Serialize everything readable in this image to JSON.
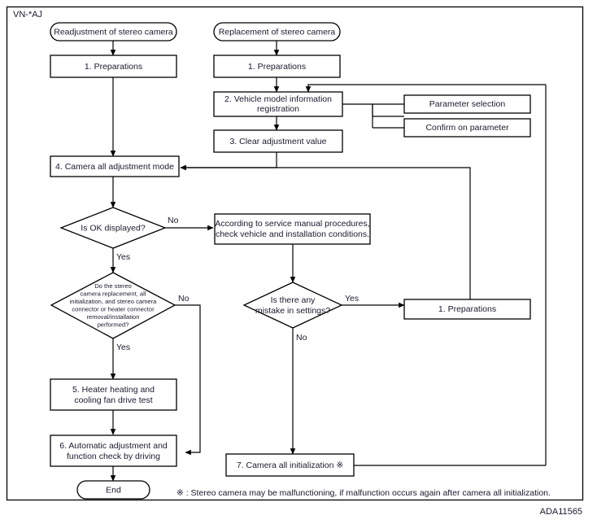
{
  "page": {
    "corner_label": "VN-*AJ",
    "document_id": "ADA11565",
    "footnote": "※ : Stereo camera may be malfunctioning, if malfunction occurs again after camera all initialization.",
    "colors": {
      "stroke": "#000000",
      "text": "#1a1a2e",
      "background": "#ffffff"
    }
  },
  "chart_data": {
    "type": "diagram",
    "title": "Stereo camera readjustment and replacement flow"
  },
  "nodes": {
    "start_readjustment": {
      "label": "Readjustment of stereo camera",
      "shape": "terminator"
    },
    "start_replacement": {
      "label": "Replacement of stereo camera",
      "shape": "terminator"
    },
    "prep_left": {
      "label": "1. Preparations",
      "shape": "process"
    },
    "prep_right": {
      "label": "1. Preparations",
      "shape": "process"
    },
    "vehicle_model": {
      "line1": "2. Vehicle model information",
      "line2": "registration",
      "shape": "process"
    },
    "clear_adjustment": {
      "label": "3. Clear adjustment value",
      "shape": "process"
    },
    "parameter_selection": {
      "label": "Parameter selection",
      "shape": "process"
    },
    "confirm_parameter": {
      "label": "Confirm on parameter",
      "shape": "process"
    },
    "camera_all_adjust": {
      "label": "4. Camera all adjustment mode",
      "shape": "process"
    },
    "is_ok_displayed": {
      "label": "Is OK displayed?",
      "shape": "decision"
    },
    "service_manual": {
      "line1": "According to service manual procedures,",
      "line2": "check vehicle and installation conditions.",
      "shape": "process"
    },
    "stereo_question": {
      "line1": "Do the stereo",
      "line2": "camera replacement, all",
      "line3": "initialization, and stereo camera",
      "line4": "connector or heater connector",
      "line5": "removal/installation",
      "line6": "performed?",
      "shape": "decision"
    },
    "mistake_settings": {
      "line1": "Is there any",
      "line2": "mistake in settings?",
      "shape": "decision"
    },
    "prep_mistake": {
      "label": "1. Preparations",
      "shape": "process"
    },
    "heater_test": {
      "line1": "5. Heater heating and",
      "line2": "cooling fan drive test",
      "shape": "process"
    },
    "auto_adjustment": {
      "line1": "6. Automatic adjustment and",
      "line2": "function check by driving",
      "shape": "process"
    },
    "camera_init": {
      "label": "7. Camera all initialization ※",
      "shape": "process"
    },
    "end": {
      "label": "End",
      "shape": "terminator"
    }
  },
  "edge_labels": {
    "is_ok_no": "No",
    "is_ok_yes": "Yes",
    "stereo_no": "No",
    "stereo_yes": "Yes",
    "mistake_yes": "Yes",
    "mistake_no": "No"
  }
}
